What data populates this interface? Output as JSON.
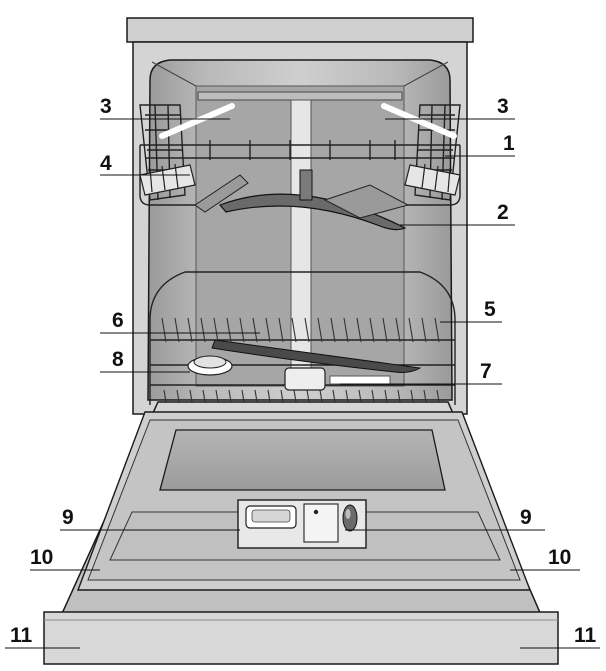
{
  "callouts": [
    {
      "id": "c3-left",
      "label": "3"
    },
    {
      "id": "c3-right",
      "label": "3"
    },
    {
      "id": "c1",
      "label": "1"
    },
    {
      "id": "c4",
      "label": "4"
    },
    {
      "id": "c2",
      "label": "2"
    },
    {
      "id": "c5",
      "label": "5"
    },
    {
      "id": "c6",
      "label": "6"
    },
    {
      "id": "c8",
      "label": "8"
    },
    {
      "id": "c7",
      "label": "7"
    },
    {
      "id": "c9-left",
      "label": "9"
    },
    {
      "id": "c9-right",
      "label": "9"
    },
    {
      "id": "c10-left",
      "label": "10"
    },
    {
      "id": "c10-right",
      "label": "10"
    },
    {
      "id": "c11-left",
      "label": "11"
    },
    {
      "id": "c11-right",
      "label": "11"
    }
  ],
  "colors": {
    "line": "#1a1a1a",
    "cabinet_light": "#d9d9d9",
    "cabinet_mid": "#bdbdbd",
    "cabinet_dark": "#8f8f8f",
    "door_face": "#c8c8c8",
    "window": "#a9a9a9",
    "highlight": "#ffffff"
  }
}
